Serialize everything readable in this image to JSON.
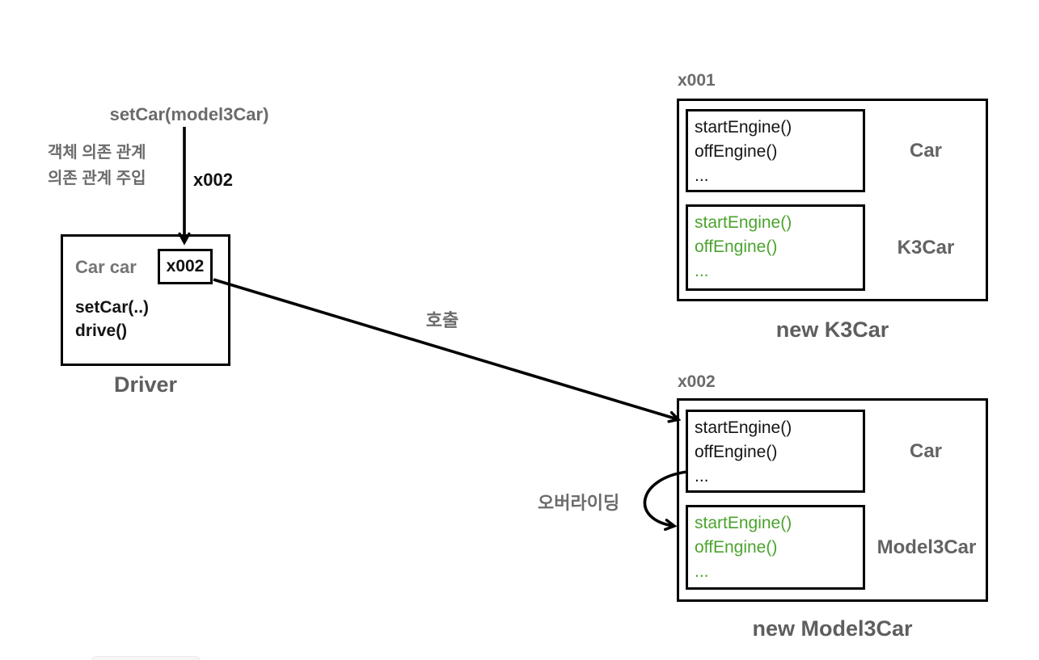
{
  "colors": {
    "green": "#4ba32d",
    "gray": "#6b6b6b",
    "black": "#111111"
  },
  "injection": {
    "method_label": "setCar(model3Car)",
    "note_line1": "객체 의존 관계",
    "note_line2": "의존 관계 주입",
    "ref_label": "x002"
  },
  "driver": {
    "field": "Car car",
    "ref_value": "x002",
    "methods": {
      "0": "setCar(..)",
      "1": "drive()"
    },
    "caption": "Driver"
  },
  "call_label": "호출",
  "overriding_label": "오버라이딩",
  "k3car": {
    "address": "x001",
    "parent": {
      "methods": {
        "0": "startEngine()",
        "1": "offEngine()",
        "2": "..."
      },
      "type": "Car"
    },
    "child": {
      "methods": {
        "0": "startEngine()",
        "1": "offEngine()",
        "2": "..."
      },
      "type": "K3Car"
    },
    "caption": "new K3Car"
  },
  "model3car": {
    "address": "x002",
    "parent": {
      "methods": {
        "0": "startEngine()",
        "1": "offEngine()",
        "2": "..."
      },
      "type": "Car"
    },
    "child": {
      "methods": {
        "0": "startEngine()",
        "1": "offEngine()",
        "2": "..."
      },
      "type": "Model3Car"
    },
    "caption": "new Model3Car"
  }
}
